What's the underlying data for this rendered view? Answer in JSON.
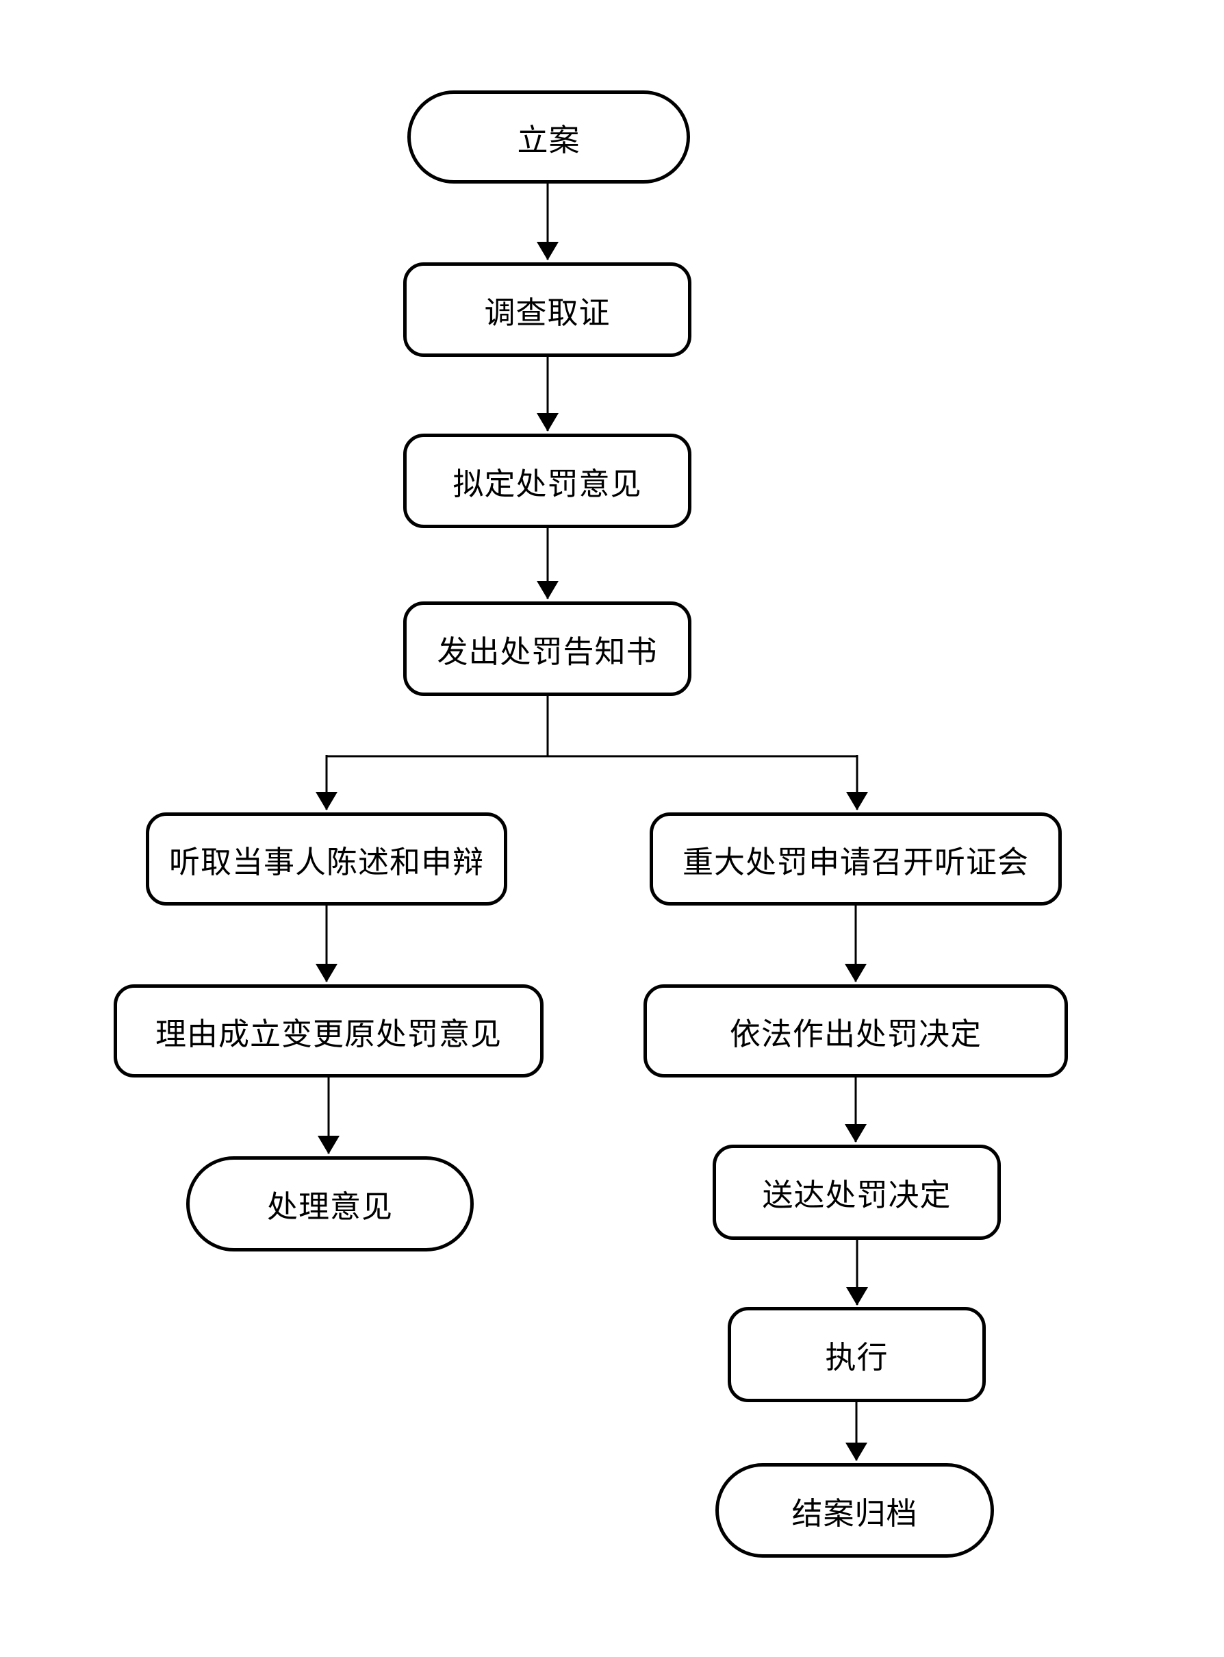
{
  "diagram": {
    "type": "flowchart",
    "colors": {
      "stroke": "#000000",
      "fill": "#ffffff",
      "text": "#000000"
    },
    "nodes": [
      {
        "id": "case-filing",
        "label": "立案",
        "shape": "stadium"
      },
      {
        "id": "investigation",
        "label": "调查取证",
        "shape": "rounded-rect"
      },
      {
        "id": "draft-penalty-opinion",
        "label": "拟定处罚意见",
        "shape": "rounded-rect"
      },
      {
        "id": "issue-penalty-notice",
        "label": "发出处罚告知书",
        "shape": "rounded-rect"
      },
      {
        "id": "hear-statement-defense",
        "label": "听取当事人陈述和申辩",
        "shape": "rounded-rect"
      },
      {
        "id": "modify-original-opinion",
        "label": "理由成立变更原处罚意见",
        "shape": "rounded-rect"
      },
      {
        "id": "handling-opinion",
        "label": "处理意见",
        "shape": "stadium"
      },
      {
        "id": "major-penalty-hearing",
        "label": "重大处罚申请召开听证会",
        "shape": "rounded-rect"
      },
      {
        "id": "make-penalty-decision",
        "label": "依法作出处罚决定",
        "shape": "rounded-rect"
      },
      {
        "id": "deliver-penalty-decision",
        "label": "送达处罚决定",
        "shape": "rounded-rect"
      },
      {
        "id": "execute",
        "label": "执行",
        "shape": "rounded-rect"
      },
      {
        "id": "close-and-archive",
        "label": "结案归档",
        "shape": "stadium"
      }
    ],
    "edges": [
      {
        "from": "case-filing",
        "to": "investigation"
      },
      {
        "from": "investigation",
        "to": "draft-penalty-opinion"
      },
      {
        "from": "draft-penalty-opinion",
        "to": "issue-penalty-notice"
      },
      {
        "from": "issue-penalty-notice",
        "to": "hear-statement-defense"
      },
      {
        "from": "issue-penalty-notice",
        "to": "major-penalty-hearing"
      },
      {
        "from": "hear-statement-defense",
        "to": "modify-original-opinion"
      },
      {
        "from": "modify-original-opinion",
        "to": "handling-opinion"
      },
      {
        "from": "major-penalty-hearing",
        "to": "make-penalty-decision"
      },
      {
        "from": "make-penalty-decision",
        "to": "deliver-penalty-decision"
      },
      {
        "from": "deliver-penalty-decision",
        "to": "execute"
      },
      {
        "from": "execute",
        "to": "close-and-archive"
      }
    ]
  }
}
